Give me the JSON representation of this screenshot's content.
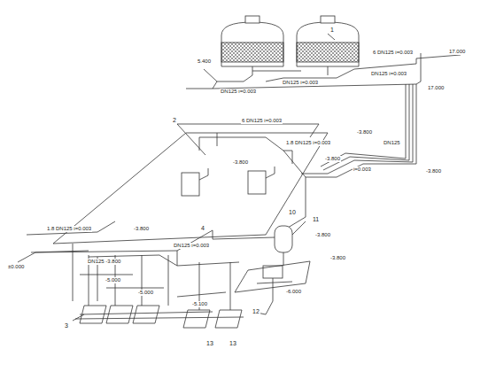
{
  "diagram": {
    "labels": [
      "1",
      "6 DN125 i=0.003",
      "17.000",
      "5.400",
      "DN125 i=0.003",
      "DN125 i=0.003",
      "DN125 i=0.003",
      "17.000",
      "2",
      "6 DN125 i=0.003",
      "1.8 DN125 i=0.003",
      "-3.800",
      "-3.800",
      "DN125",
      "-3.800",
      "i=0.003",
      "-3.800",
      "10",
      "11",
      "1.8 DN125 i=0.003",
      "-3.800",
      "DN125 -3.800",
      "DN125 i=0.003",
      "4",
      "-3.800",
      "±0.000",
      "-3.800",
      "-5.000",
      "-5.000",
      "3",
      "-5.100",
      "12",
      "13",
      "13",
      "-6.000"
    ]
  }
}
